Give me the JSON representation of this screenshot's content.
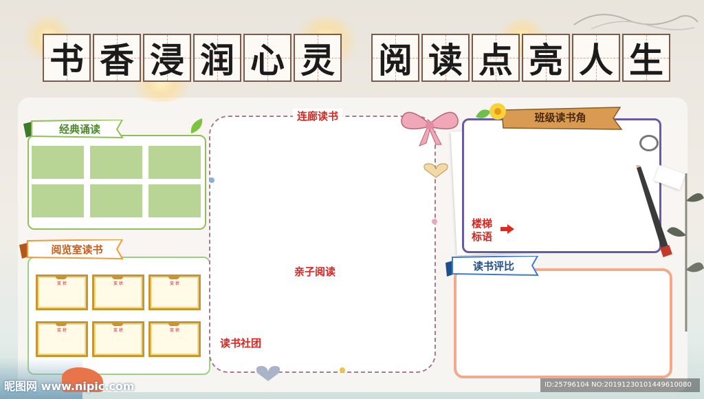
{
  "title": {
    "chars": [
      "书",
      "香",
      "浸",
      "润",
      "心",
      "灵",
      "阅",
      "读",
      "点",
      "亮",
      "人",
      "生"
    ]
  },
  "sections": {
    "classic": "经典诵读",
    "reading_room": "阅览室读书",
    "corridor": "连廊读书",
    "parent_child": "亲子阅读",
    "club": "读书社团",
    "class_corner": "班级读书角",
    "stair_slogan_line1": "楼梯",
    "stair_slogan_line2": "标语",
    "review": "读书评比"
  },
  "certificates": {
    "label": "奖 状"
  },
  "footer": {
    "watermark": "昵图网 www.nipic.com",
    "id": "ID:25796104 NO:20191230101449610080"
  },
  "colors": {
    "green_border": "#8fbf56",
    "cell_fill": "#b8d596",
    "purple_border": "#6a58a8",
    "peach_border": "#f3a98a",
    "red_text": "#d9241f"
  }
}
